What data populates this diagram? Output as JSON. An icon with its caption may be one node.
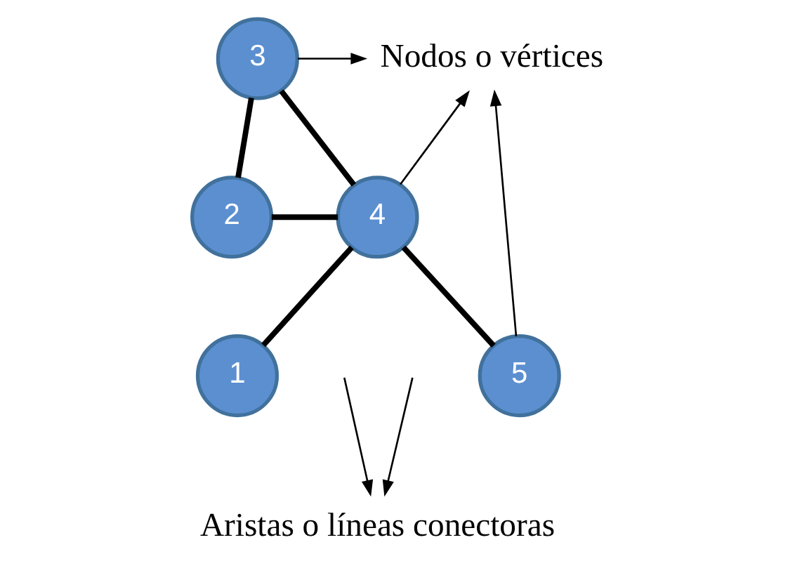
{
  "diagram": {
    "nodes": [
      {
        "text": [
          "3"
        ]
      },
      {
        "text": [
          "Nodos o vértices"
        ]
      },
      {
        "text": [
          "2"
        ]
      },
      {
        "text": [
          "4"
        ]
      },
      {
        "text": [
          "1"
        ]
      },
      {
        "text": [
          "5"
        ]
      },
      {
        "text": [
          "Aristas o líneas conectoras"
        ]
      }
    ],
    "edges": [
      {
        "from": 0,
        "to": 2,
        "arrow": "none",
        "style": "thick"
      },
      {
        "from": 0,
        "to": 3,
        "arrow": "none",
        "style": "thick"
      },
      {
        "from": 2,
        "to": 3,
        "arrow": "none",
        "style": "thick"
      },
      {
        "from": 3,
        "to": 4,
        "arrow": "none",
        "style": "thick"
      },
      {
        "from": 3,
        "to": 5,
        "arrow": "none",
        "style": "thick"
      },
      {
        "from": 0,
        "to": 1,
        "arrow": "to"
      },
      {
        "from": 3,
        "to": 1,
        "arrow": "to"
      },
      {
        "from": 5,
        "to": 1,
        "arrow": "to"
      },
      {
        "from": null,
        "to": 6,
        "arrow": "to"
      },
      {
        "from": null,
        "to": 6,
        "arrow": "to"
      }
    ]
  }
}
